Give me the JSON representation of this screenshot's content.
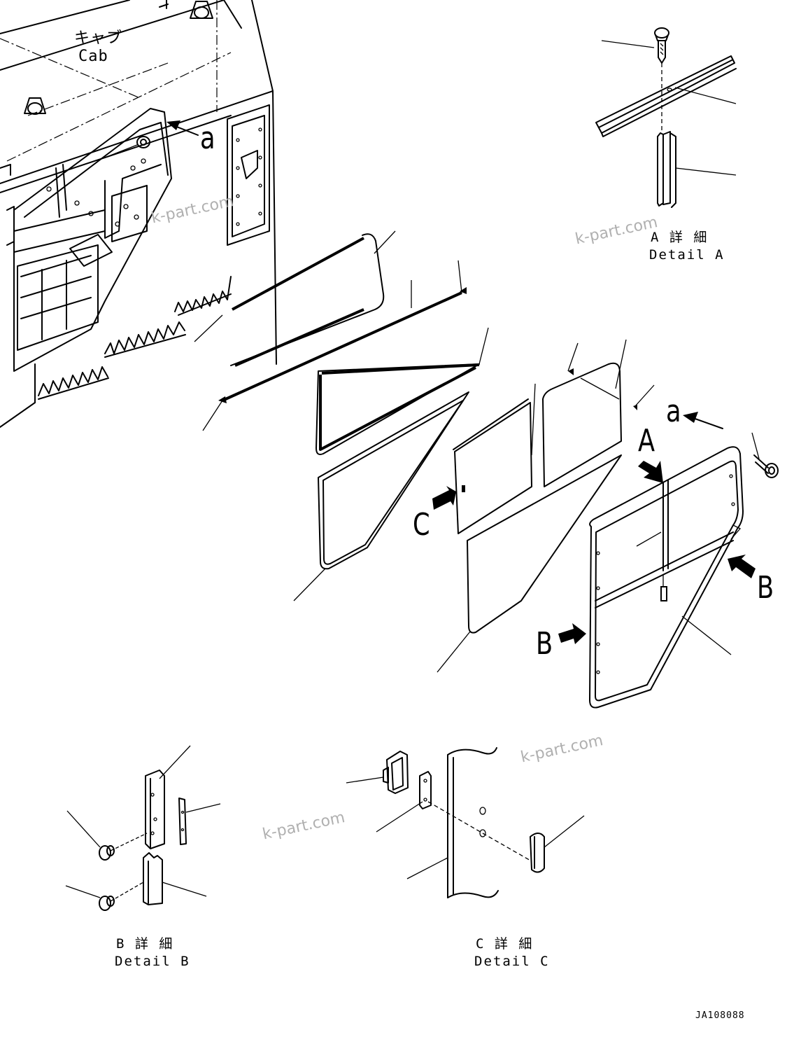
{
  "labels": {
    "cab_jp": "キャブ",
    "cab_en": "Cab",
    "ref_a_upper": "a",
    "ref_a_lower": "a",
    "arrow_A": "A",
    "arrow_B_right": "B",
    "arrow_B_left": "B",
    "arrow_C": "C",
    "detail_a_jp": "A 詳 細",
    "detail_a_en": "Detail A",
    "detail_b_jp": "B 詳 細",
    "detail_b_en": "Detail B",
    "detail_c_jp": "C 詳 細",
    "detail_c_en": "Detail C",
    "drawing_no": "JA108088"
  },
  "watermarks": [
    "k-part.com",
    "k-part.com",
    "k-part.com",
    "k-part.com"
  ]
}
